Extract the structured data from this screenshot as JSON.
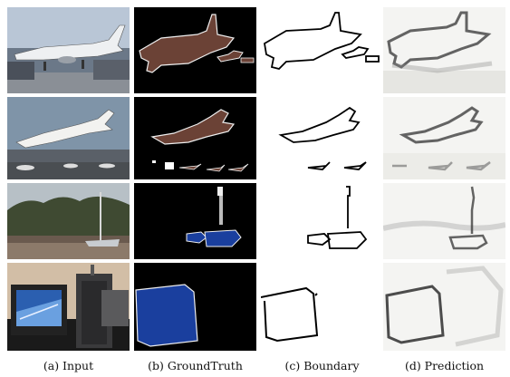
{
  "figure": {
    "columns": [
      {
        "caption": "(a) Input"
      },
      {
        "caption": "(b) GroundTruth"
      },
      {
        "caption": "(c) Boundary"
      },
      {
        "caption": "(d) Prediction"
      }
    ],
    "rows": [
      {
        "input_scene": "airplane on tarmac",
        "gt_color": "#6b4236"
      },
      {
        "input_scene": "airplane taking off",
        "gt_color": "#6b4236"
      },
      {
        "input_scene": "boat on river",
        "gt_color": "#1a3f9e"
      },
      {
        "input_scene": "computer monitor on desk",
        "gt_color": "#1a3f9e"
      }
    ]
  }
}
